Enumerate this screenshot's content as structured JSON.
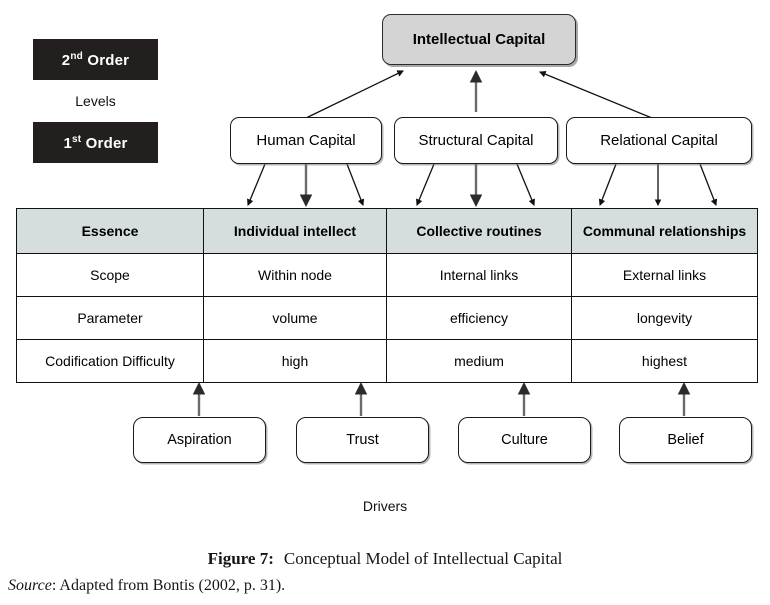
{
  "levels": {
    "second_order_label": "2nd Order",
    "second_order_sup": "nd",
    "second_order_base": "2",
    "second_order_rest": " Order",
    "middle_label": "Levels",
    "first_order_sup": "st",
    "first_order_base": "1",
    "first_order_rest": " Order",
    "tag_bg": "#231f1e",
    "tag_fg": "#ffffff"
  },
  "hierarchy": {
    "top_node": "Intellectual Capital",
    "top_node_fill": "#d4d4d4",
    "children": [
      "Human Capital",
      "Structural Capital",
      "Relational Capital"
    ]
  },
  "matrix": {
    "header_fill": "#d5dedd",
    "headers": [
      "Essence",
      "Individual intellect",
      "Collective routines",
      "Communal relationships"
    ],
    "rows": [
      {
        "label": "Scope",
        "values": [
          "Within node",
          "Internal links",
          "External links"
        ]
      },
      {
        "label": "Parameter",
        "values": [
          "volume",
          "efficiency",
          "longevity"
        ]
      },
      {
        "label": "Codification Difficulty",
        "values": [
          "high",
          "medium",
          "highest"
        ]
      }
    ]
  },
  "drivers": {
    "label": "Drivers",
    "items": [
      "Aspiration",
      "Trust",
      "Culture",
      "Belief"
    ]
  },
  "caption": {
    "figure_number": "Figure 7:",
    "figure_title": "Conceptual Model of Intellectual Capital",
    "source_label": "Source",
    "source_text": ": Adapted from Bontis (2002, p. 31)."
  }
}
